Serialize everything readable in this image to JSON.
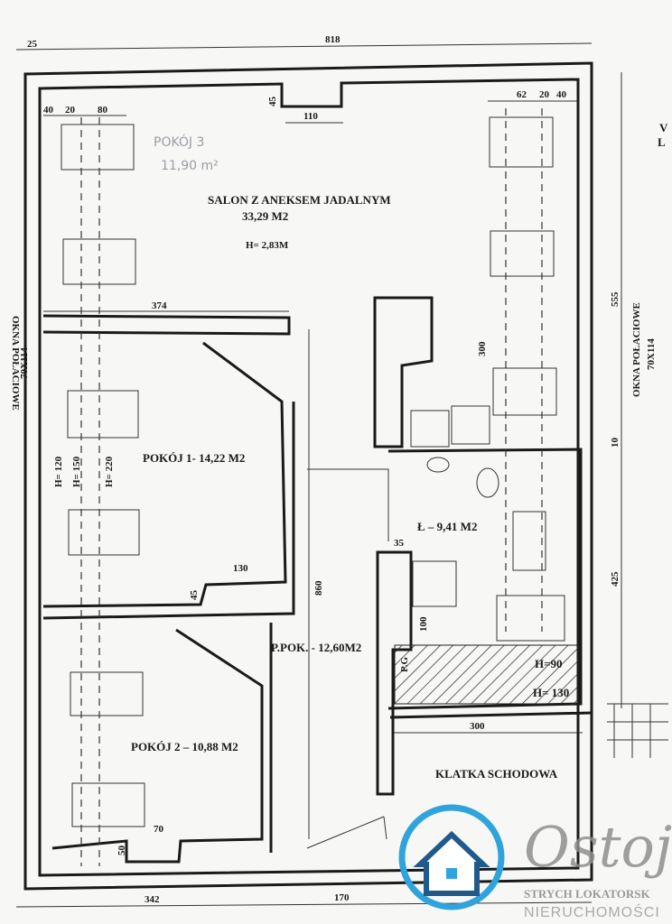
{
  "plan": {
    "dimensions": {
      "top_total": "818",
      "top_wall": "25",
      "notch_depth": "45",
      "notch_width": "110",
      "win_left_a": "40",
      "win_left_b": "20",
      "win_left_c": "80",
      "win_right_a": "62",
      "win_right_b": "20",
      "win_right_c": "40",
      "salon_width": "374",
      "kitchen_depth": "300",
      "corridor_length": "860",
      "pokoj1_a": "130",
      "pokoj1_b": "45",
      "bath_35": "35",
      "bath_100": "100",
      "stair_width": "300",
      "pokoj2_70": "70",
      "pokoj2_50": "50",
      "right_555": "555",
      "right_10": "10",
      "right_425": "425",
      "bottom_342": "342",
      "bottom_170": "170"
    },
    "rooms": {
      "salon_name": "SALON Z ANEKSEM JADALNYM",
      "salon_area": "33,29 M2",
      "salon_height": "H= 2,83M",
      "pokoj1": "POKÓJ 1- 14,22 M2",
      "pokoj2": "POKÓJ 2 – 10,88 M2",
      "lazienka": "Ł – 9,41 M2",
      "przedpokoj": "P.POK. - 12,60M2",
      "klatka": "KLATKA SCHODOWA"
    },
    "handwritten": {
      "line1": "POKÓJ 3",
      "line2": "11,90 m²"
    },
    "heights": {
      "h120": "H= 120",
      "h150": "H= 150",
      "h220": "H= 220",
      "h90": "H=90",
      "h130": "H= 130"
    },
    "windows_label_left": {
      "line1": "OKNA POŁACIOWE",
      "line2": "70X114"
    },
    "windows_label_right": {
      "line1": "OKNA POŁACIOWE",
      "line2": "70X114"
    },
    "pg_label": "P.G",
    "edge_letters": {
      "a": "V",
      "b": "L"
    }
  },
  "logo": {
    "script": "Ostoja",
    "line1": "STRYCH LOKATORSK",
    "line2": "NIERUCHOMOŚCI",
    "ring_color": "#2ea3dc",
    "house_color": "#1f5a8a"
  }
}
